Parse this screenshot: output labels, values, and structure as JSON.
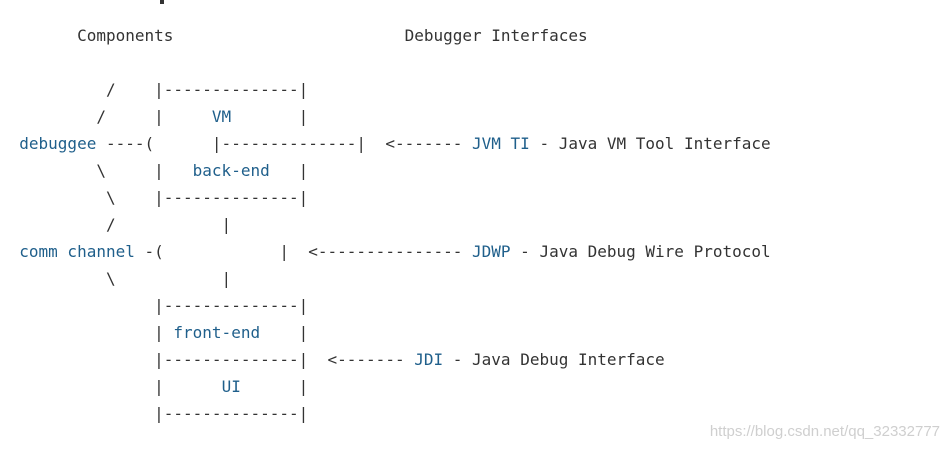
{
  "header": {
    "components": "Components",
    "interfaces": "Debugger Interfaces"
  },
  "labels": {
    "vm": "VM",
    "backend": "back-end",
    "debuggee": "debuggee",
    "comm_channel": "comm channel",
    "frontend": "front-end",
    "ui": "UI",
    "jvmti_name": "JVM TI",
    "jvmti_desc": " - Java VM Tool Interface",
    "jdwp_name": "JDWP",
    "jdwp_desc": " - Java Debug Wire Protocol",
    "jdi_name": "JDI",
    "jdi_desc": " - Java Debug Interface"
  },
  "colors": {
    "text": "#333333",
    "label": "#1f5f8b",
    "watermark": "#cfcfcf"
  },
  "watermark": "https://blog.csdn.net/qq_32332777"
}
